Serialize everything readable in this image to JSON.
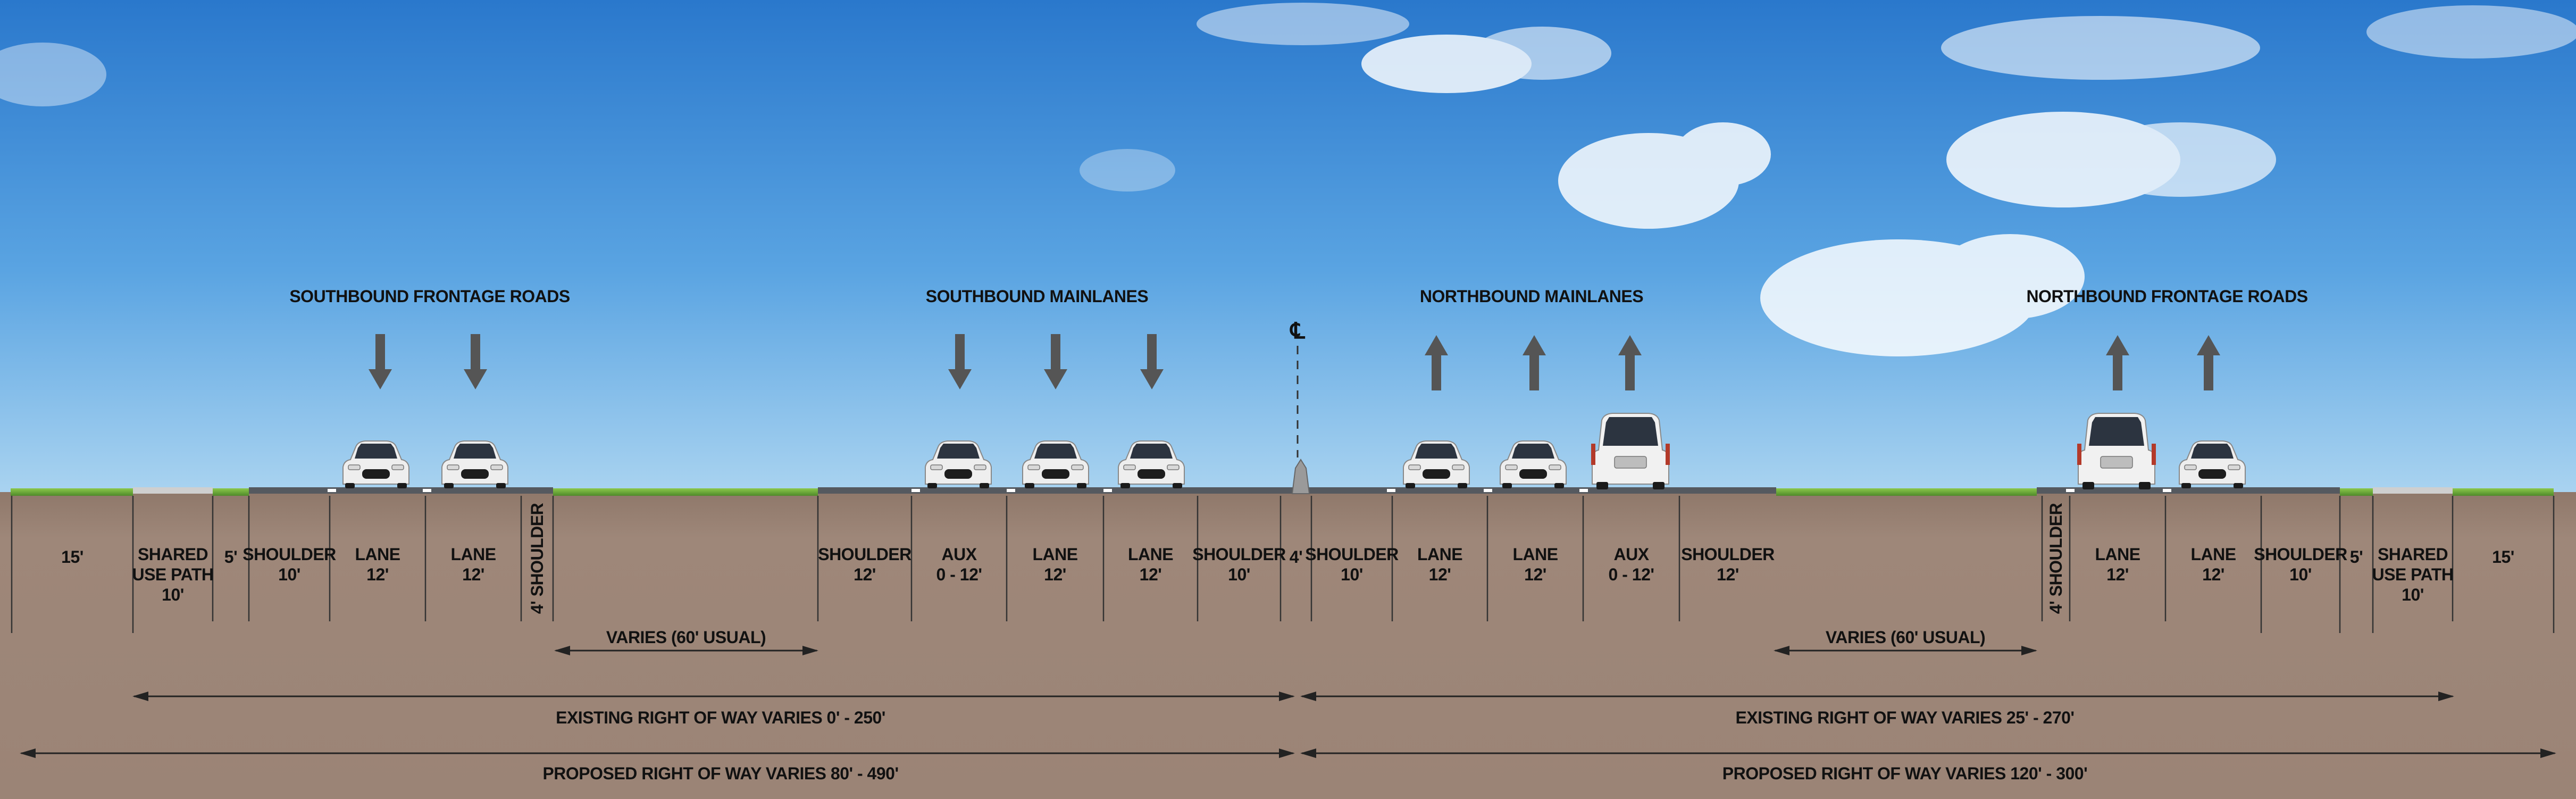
{
  "headings": {
    "sb_frontage": "SOUTHBOUND FRONTAGE ROADS",
    "sb_mainlanes": "SOUTHBOUND MAINLANES",
    "nb_mainlanes": "NORTHBOUND MAINLANES",
    "nb_frontage": "NORTHBOUND FRONTAGE ROADS"
  },
  "centerline_symbol": "℄",
  "segments": [
    {
      "name": "15'"
    },
    {
      "name": "SHARED USE PATH",
      "width": "10'"
    },
    {
      "name": "5'"
    },
    {
      "name": "SHOULDER",
      "width": "10'"
    },
    {
      "name": "LANE",
      "width": "12'"
    },
    {
      "name": "LANE",
      "width": "12'"
    },
    {
      "name": "4' SHOULDER"
    },
    {
      "name": "SHOULDER",
      "width": "12'"
    },
    {
      "name": "AUX",
      "width": "0 - 12'"
    },
    {
      "name": "LANE",
      "width": "12'"
    },
    {
      "name": "LANE",
      "width": "12'"
    },
    {
      "name": "SHOULDER",
      "width": "10'"
    },
    {
      "name": "4'"
    },
    {
      "name": "SHOULDER",
      "width": "10'"
    },
    {
      "name": "LANE",
      "width": "12'"
    },
    {
      "name": "LANE",
      "width": "12'"
    },
    {
      "name": "AUX",
      "width": "0 - 12'"
    },
    {
      "name": "SHOULDER",
      "width": "12'"
    },
    {
      "name": "4' SHOULDER"
    },
    {
      "name": "LANE",
      "width": "12'"
    },
    {
      "name": "LANE",
      "width": "12'"
    },
    {
      "name": "SHOULDER",
      "width": "10'"
    },
    {
      "name": "5'"
    },
    {
      "name": "SHARED USE PATH",
      "width": "10'"
    },
    {
      "name": "15'"
    }
  ],
  "dimensions": {
    "varies_sb": "VARIES (60' USUAL)",
    "varies_nb": "VARIES (60' USUAL)",
    "existing_left": "EXISTING RIGHT OF WAY VARIES 0' - 250'",
    "existing_right": "EXISTING RIGHT OF WAY VARIES 25' - 270'",
    "proposed_left": "PROPOSED RIGHT OF WAY VARIES 80' - 490'",
    "proposed_right": "PROPOSED RIGHT OF WAY VARIES 120' - 300'"
  },
  "colors": {
    "sky_top": "#2f7fd0",
    "sky_bottom": "#a9d3f0",
    "ground": "#9b8476",
    "ground_dark": "#8d7668",
    "grass": "#6fae3a",
    "pavement": "#55595f",
    "path": "#c9c9c9",
    "arrow": "#555555",
    "line": "#333333"
  }
}
